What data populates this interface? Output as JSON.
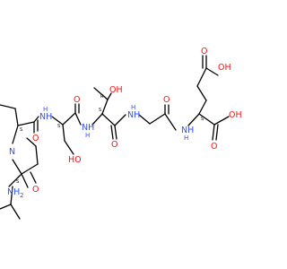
{
  "colors": {
    "carbon": "#000000",
    "oxygen": "#ff0d0d",
    "nitrogen": "#3050f8"
  },
  "atoms": {
    "acid_oh_top": "OH",
    "acid_o_top": "O",
    "acid_o_right": "O",
    "acid_oh_right": "OH",
    "nh_glu": "NH",
    "h_glu": "H",
    "o_gly": "O",
    "nh_gly": "NH",
    "h_gly": "H",
    "oh_thr": "OH",
    "o_ser": "O",
    "nh_thr": "NH",
    "h_thr": "H",
    "o_thr": "O",
    "nh_ser": "NH",
    "h_ser": "H",
    "n_pro": "N",
    "o_pro": "O",
    "oh_ser": "HO",
    "o_leu": "O",
    "nh2_leu": "NH",
    "h2_sub": "2",
    "h_leu": "H"
  },
  "stereo": {
    "s_glu": "S",
    "s_thr_a": "S",
    "r_thr_b": "R",
    "s_ser": "S",
    "s_pro": "S",
    "s_leu": "S"
  }
}
